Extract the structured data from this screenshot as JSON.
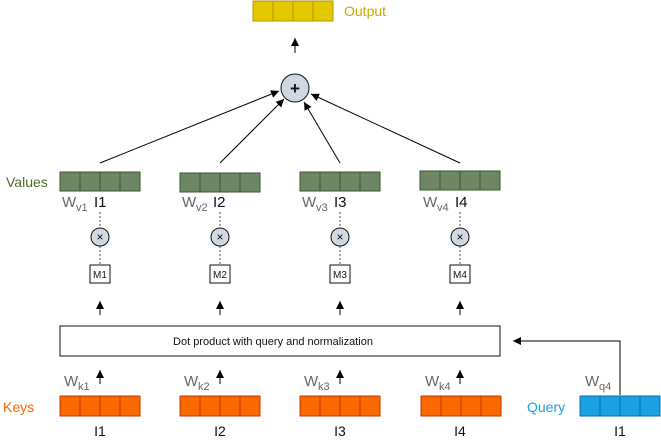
{
  "output_label": "Output",
  "values_label": "Values",
  "keys_label": "Keys",
  "query_label": "Query",
  "dot_product_box": "Dot product with query and normalization",
  "sum_operator": "+",
  "multiply_operator": "×",
  "weight_main": "W",
  "value_branches": [
    {
      "w_sub": "v1",
      "index": "I1",
      "m": "M1"
    },
    {
      "w_sub": "v2",
      "index": "I2",
      "m": "M2"
    },
    {
      "w_sub": "v3",
      "index": "I3",
      "m": "M3"
    },
    {
      "w_sub": "v4",
      "index": "I4",
      "m": "M4"
    }
  ],
  "key_branches": [
    {
      "w_sub": "k1",
      "index": "I1"
    },
    {
      "w_sub": "k2",
      "index": "I2"
    },
    {
      "w_sub": "k3",
      "index": "I3"
    },
    {
      "w_sub": "k4",
      "index": "I4"
    }
  ],
  "query_branch": {
    "w_sub": "q4",
    "index": "I1"
  },
  "colors": {
    "output": "#e3c800",
    "values": "#6d8764",
    "keys": "#fa6800",
    "query": "#1ba1e2",
    "operator_fill": "#cfd8e3",
    "output_text": "#c6a800",
    "values_text": "#4f6b2b",
    "keys_text": "#fa6800",
    "query_text": "#1ba1e2"
  }
}
